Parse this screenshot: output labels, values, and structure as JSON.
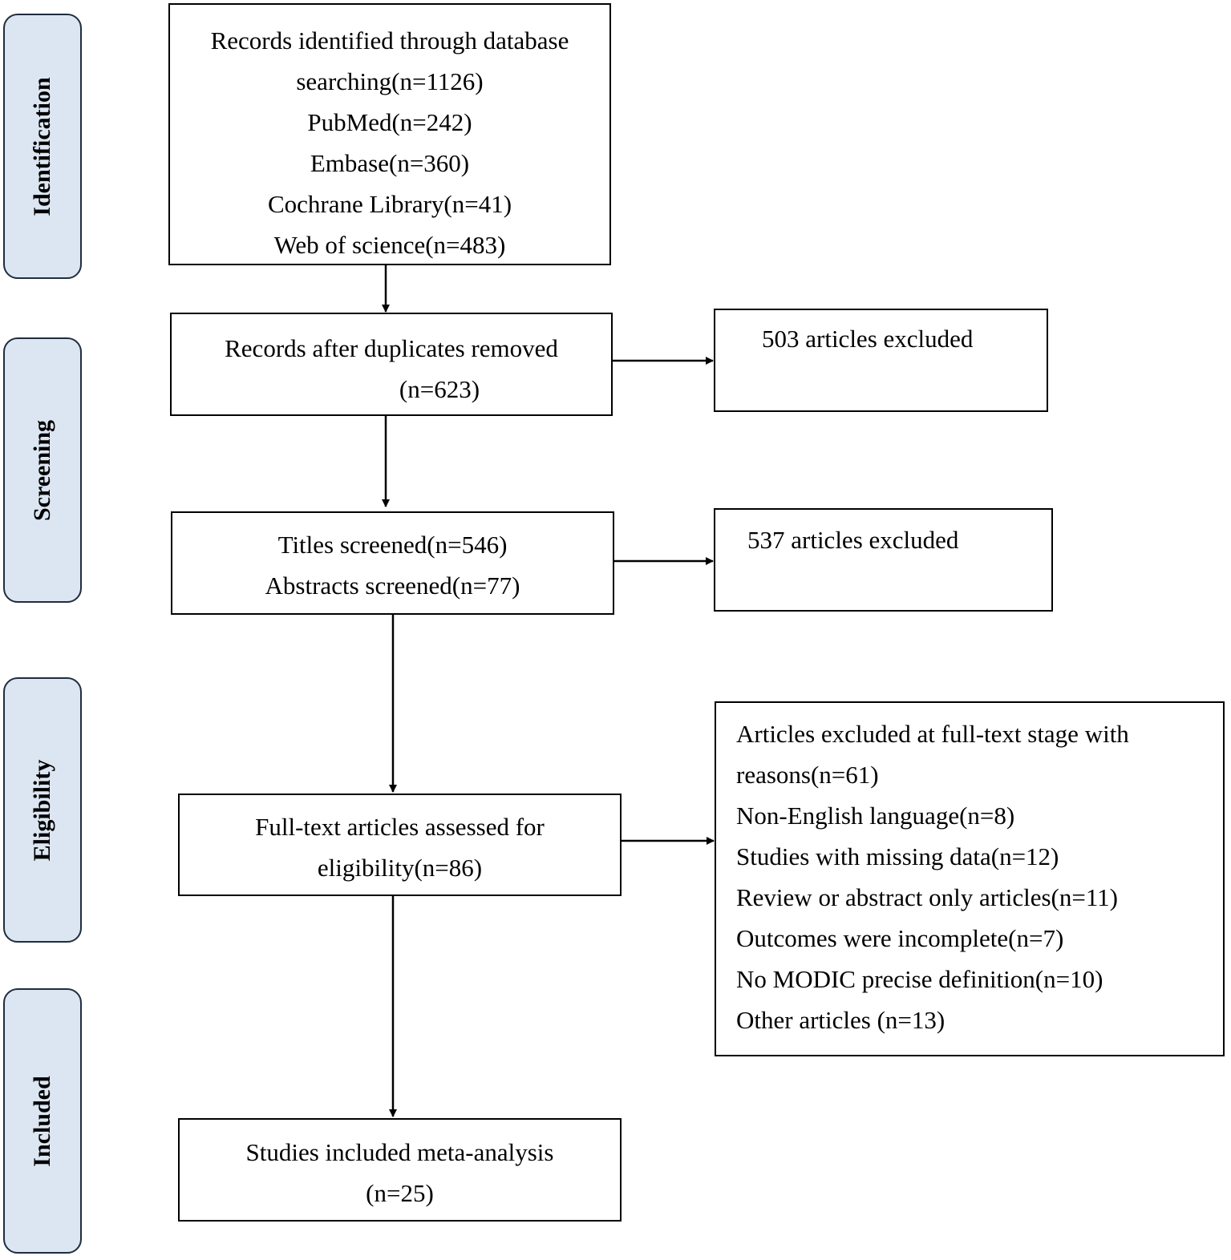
{
  "stages": [
    "Identification",
    "Screening",
    "Eligibility",
    "Included"
  ],
  "identified": {
    "lines": [
      "Records identified through database",
      "searching(n=1126)",
      "PubMed(n=242)",
      "Embase(n=360)",
      "Cochrane Library(n=41)",
      "Web of science(n=483)"
    ]
  },
  "deduplicated": {
    "lines": [
      "Records after duplicates removed",
      "(n=623)"
    ]
  },
  "excluded_duplicates": {
    "text": "503 articles excluded"
  },
  "screened": {
    "lines": [
      "Titles screened(n=546)",
      "Abstracts screened(n=77)"
    ]
  },
  "excluded_screening": {
    "text": "537 articles excluded"
  },
  "fulltext": {
    "lines": [
      "Full-text articles assessed  for",
      "eligibility(n=86)"
    ]
  },
  "excluded_fulltext": {
    "lines": [
      "Articles excluded at full-text stage with",
      "reasons(n=61)",
      "Non-English language(n=8)",
      "Studies with missing data(n=12)",
      "Review or abstract only articles(n=11)",
      "Outcomes were incomplete(n=7)",
      "No MODIC precise definition(n=10)",
      "Other articles (n=13)"
    ]
  },
  "included": {
    "lines": [
      "Studies included meta-analysis",
      "(n=25)"
    ]
  }
}
